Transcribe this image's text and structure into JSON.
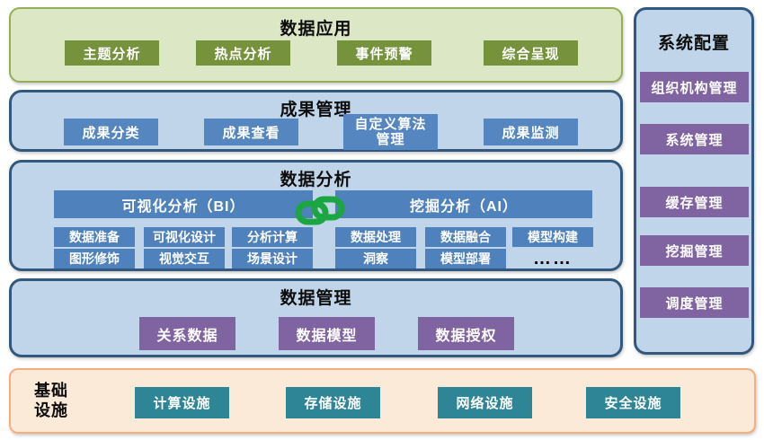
{
  "diagram": {
    "layers": {
      "app": {
        "title": "数据应用",
        "items": [
          "主题分析",
          "热点分析",
          "事件预警",
          "综合呈现"
        ]
      },
      "results": {
        "title": "成果管理",
        "items": [
          "成果分类",
          "成果查看",
          "自定义算法\n管理",
          "成果监测"
        ]
      },
      "analysis": {
        "title": "数据分析",
        "bi": {
          "header": "可视化分析（BI）",
          "row1": [
            "数据准备",
            "可视化设计",
            "分析计算"
          ],
          "row2": [
            "图形修饰",
            "视觉交互",
            "场景设计"
          ]
        },
        "ai": {
          "header": "挖掘分析（AI）",
          "row1": [
            "数据处理",
            "数据融合",
            "模型构建"
          ],
          "row2": [
            "洞察",
            "模型部署",
            "……"
          ]
        },
        "link_icon": "chain-link-icon"
      },
      "mgmt": {
        "title": "数据管理",
        "items": [
          "关系数据",
          "数据模型",
          "数据授权"
        ]
      },
      "infra": {
        "title": "基础\n设施",
        "items": [
          "计算设施",
          "存储设施",
          "网络设施",
          "安全设施"
        ]
      }
    },
    "sidebar": {
      "title": "系统配置",
      "items": [
        "组织机构管理",
        "系统管理",
        "缓存管理",
        "挖掘管理",
        "调度管理"
      ]
    },
    "colors": {
      "app_bg": "#dce7c6",
      "app_border": "#95ae57",
      "app_button": "#76923c",
      "blue_bg": "#c1d5ea",
      "blue_border": "#33587e",
      "results_button": "#5586bf",
      "analysis_button": "#4f81bd",
      "purple_button": "#8064a2",
      "infra_bg": "#fcead9",
      "infra_border": "#f6ae7e",
      "infra_button": "#2e8596",
      "link_icon_green": "#1ca643"
    }
  }
}
